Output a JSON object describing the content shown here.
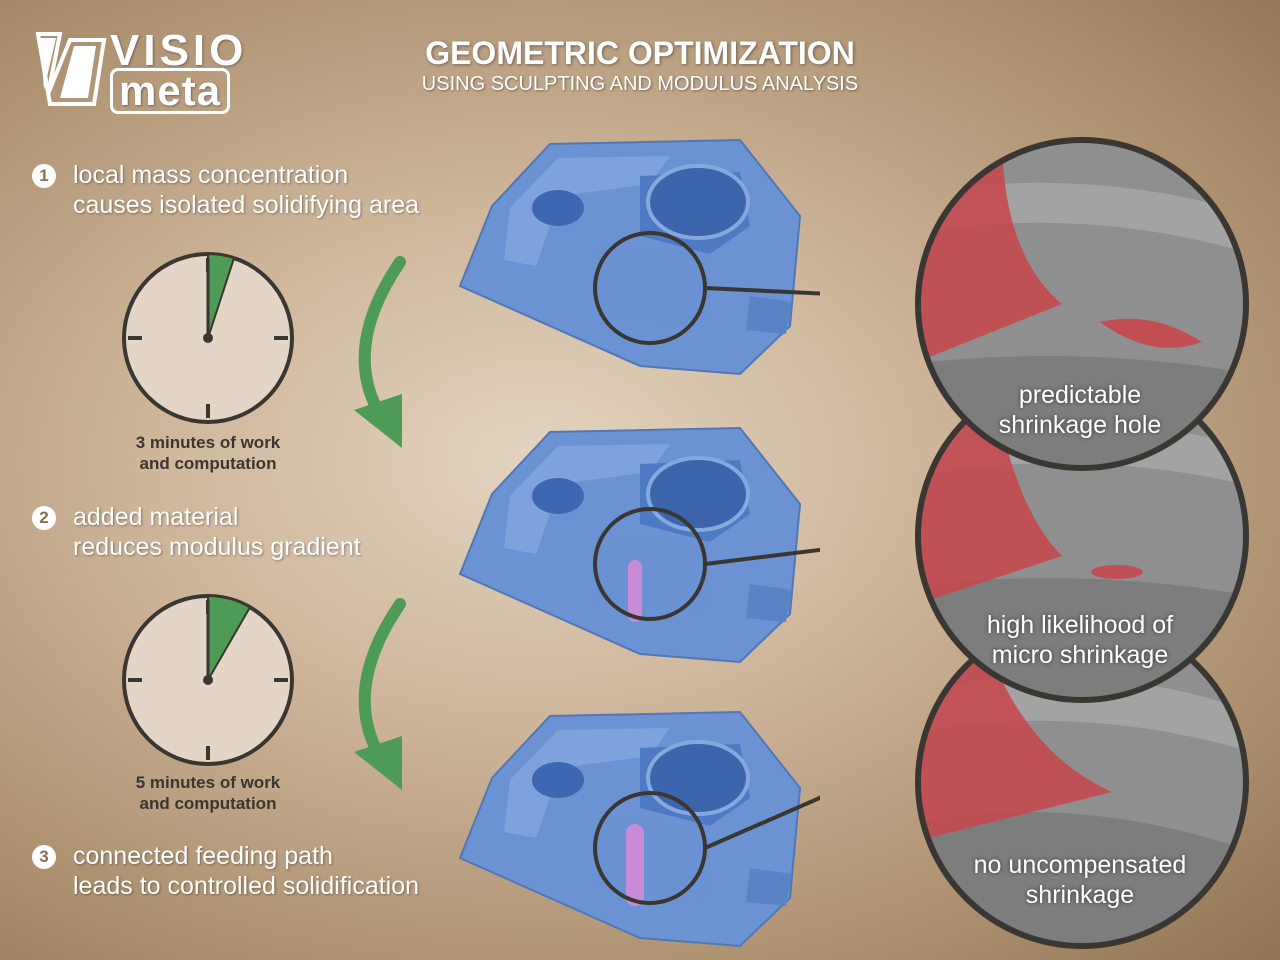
{
  "logo": {
    "word1": "VISIO",
    "word2": "meta"
  },
  "header": {
    "title": "GEOMETRIC OPTIMIZATION",
    "subtitle": "USING SCULPTING AND MODULUS ANALYSIS"
  },
  "steps": [
    {
      "number": "1",
      "lines": [
        "local mass concentration",
        "causes isolated solidifying area"
      ]
    },
    {
      "number": "2",
      "lines": [
        "added material",
        "reduces modulus gradient"
      ]
    },
    {
      "number": "3",
      "lines": [
        "connected feeding path",
        "leads to controlled solidification"
      ]
    }
  ],
  "clocks": [
    {
      "minutes": 3,
      "caption": [
        "3 minutes of work",
        "and computation"
      ]
    },
    {
      "minutes": 5,
      "caption": [
        "5 minutes of work",
        "and computation"
      ]
    }
  ],
  "zooms": [
    {
      "label": [
        "predictable",
        "shrinkage hole"
      ]
    },
    {
      "label": [
        "high likelihood of",
        "micro shrinkage"
      ]
    },
    {
      "label": [
        "no uncompensated",
        "shrinkage"
      ]
    }
  ],
  "colors": {
    "part_blue": "#6b93d3",
    "shrinkage_red": "#c8464c",
    "feeder_violet": "#c98ad8",
    "arrow_green": "#4e9a57",
    "clock_face": "#e4d6c6",
    "clock_wedge": "#4e9a57"
  }
}
